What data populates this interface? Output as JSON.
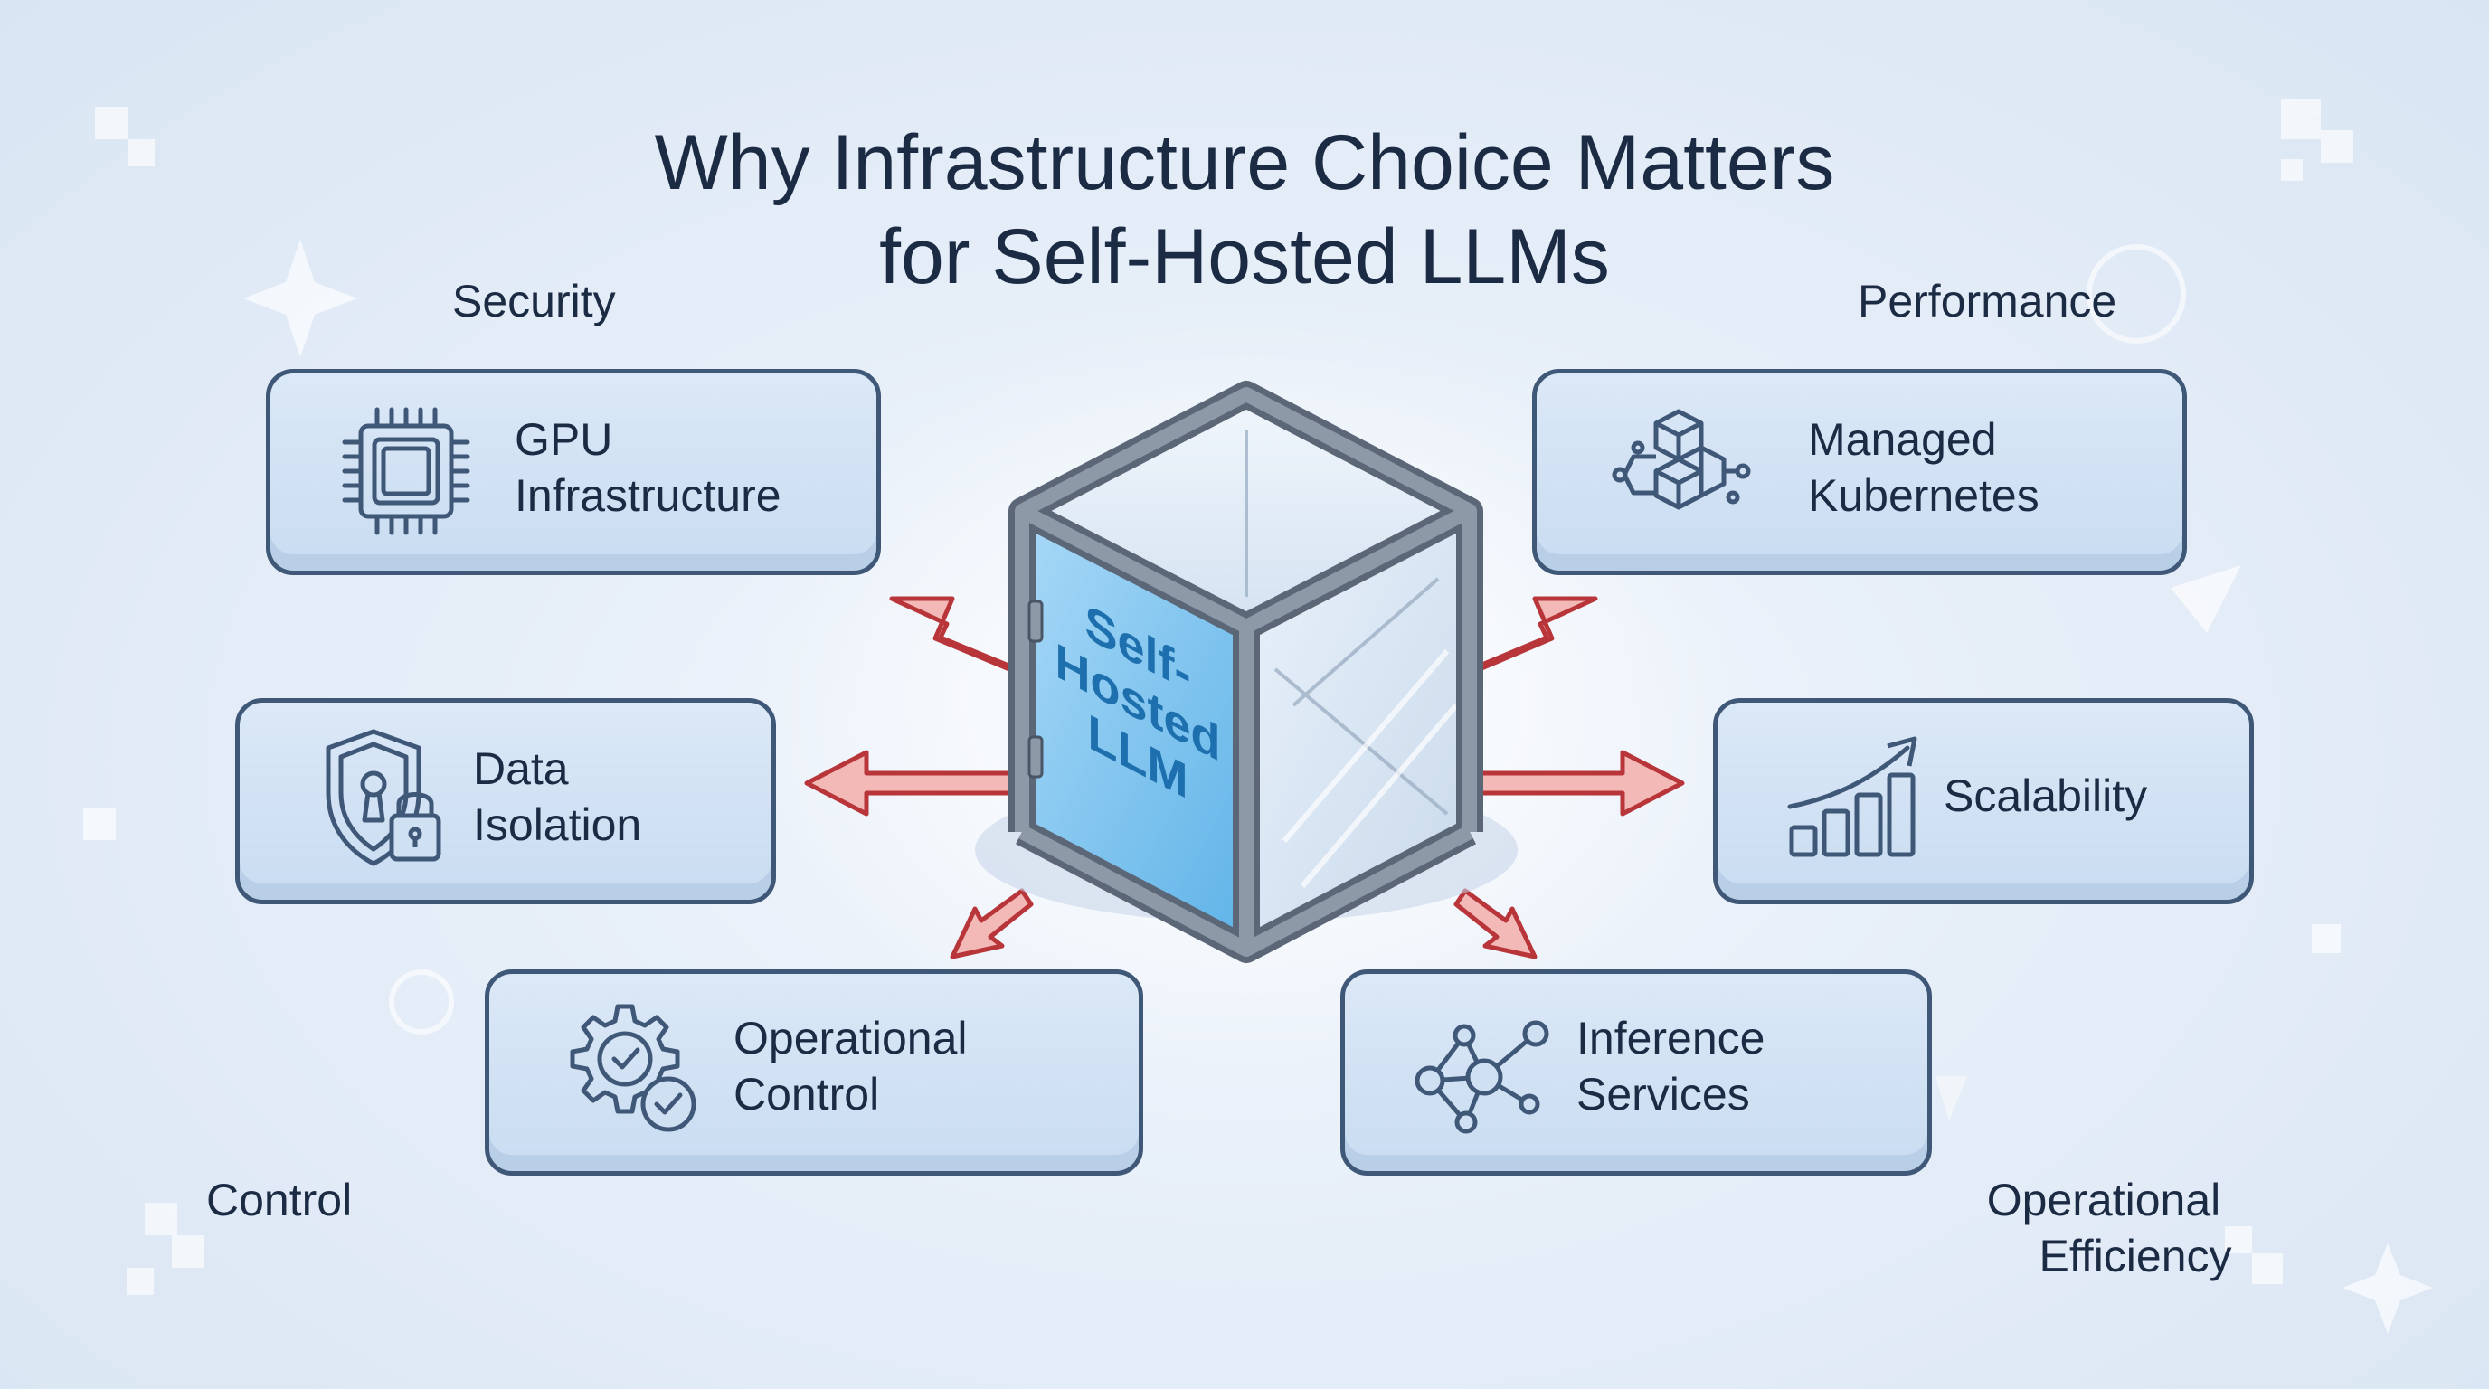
{
  "title": {
    "line1": "Why Infrastructure Choice Matters",
    "line2": "for Self-Hosted LLMs"
  },
  "center": {
    "label_lines": [
      "Self-",
      "Hosted",
      "LLM"
    ]
  },
  "categories": {
    "security": "Security",
    "performance": "Performance",
    "control": "Control",
    "efficiency_line1": "Operational",
    "efficiency_line2": "Efficiency"
  },
  "cards": {
    "gpu": {
      "line1": "GPU",
      "line2": "Infrastructure",
      "icon": "chip-icon"
    },
    "kubernetes": {
      "line1": "Managed",
      "line2": "Kubernetes",
      "icon": "cubes-network-icon"
    },
    "data_isolation": {
      "line1": "Data",
      "line2": "Isolation",
      "icon": "shield-lock-icon"
    },
    "scalability": {
      "line1": "Scalability",
      "icon": "growth-chart-icon"
    },
    "operational_control": {
      "line1": "Operational",
      "line2": "Control",
      "icon": "gear-check-icon"
    },
    "inference": {
      "line1": "Inference",
      "line2": "Services",
      "icon": "network-nodes-icon"
    }
  },
  "colors": {
    "border": "#3f5878",
    "card_fill": "#cfe0f3",
    "arrow_fill": "#f2b9b6",
    "arrow_stroke": "#b8353a",
    "cube_frame": "#7b8797",
    "cube_glow": "#5ab4ea"
  }
}
